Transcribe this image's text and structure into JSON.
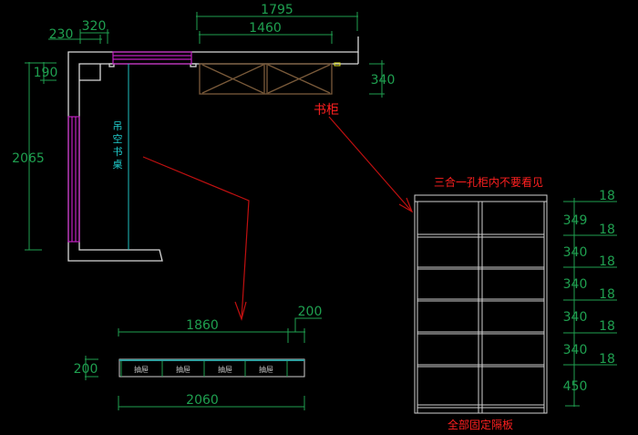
{
  "plan": {
    "dim_top_overall": "1795",
    "dim_top_cabinet": "1460",
    "dim_top_left_a": "230",
    "dim_top_left_b": "320",
    "dim_left_small": "190",
    "dim_left_overall": "2065",
    "dim_cabinet_depth": "340",
    "desk_label": [
      "吊",
      "空",
      "书",
      "桌"
    ],
    "bookcase_label": "书柜"
  },
  "bookcase_elevation": {
    "title_note": "三合一孔柜内不要看见",
    "bottom_note": "全部固定隔板",
    "dims": [
      {
        "board": "18",
        "space": "349"
      },
      {
        "board": "18",
        "space": "340"
      },
      {
        "board": "18",
        "space": "340"
      },
      {
        "board": "18",
        "space": "340"
      },
      {
        "board": "18",
        "space": "340"
      },
      {
        "board": "18",
        "space": "450"
      }
    ]
  },
  "drawer_elevation": {
    "dim_drawers": "1860",
    "dim_end": "200",
    "dim_height": "200",
    "dim_overall": "2060",
    "drawer_labels": [
      "抽屉",
      "抽屉",
      "抽屉",
      "抽屉"
    ]
  },
  "colors": {
    "dimension": "#1fa050",
    "note": "#ff2020",
    "desk": "#20c0c0",
    "window": "#c020c0"
  }
}
